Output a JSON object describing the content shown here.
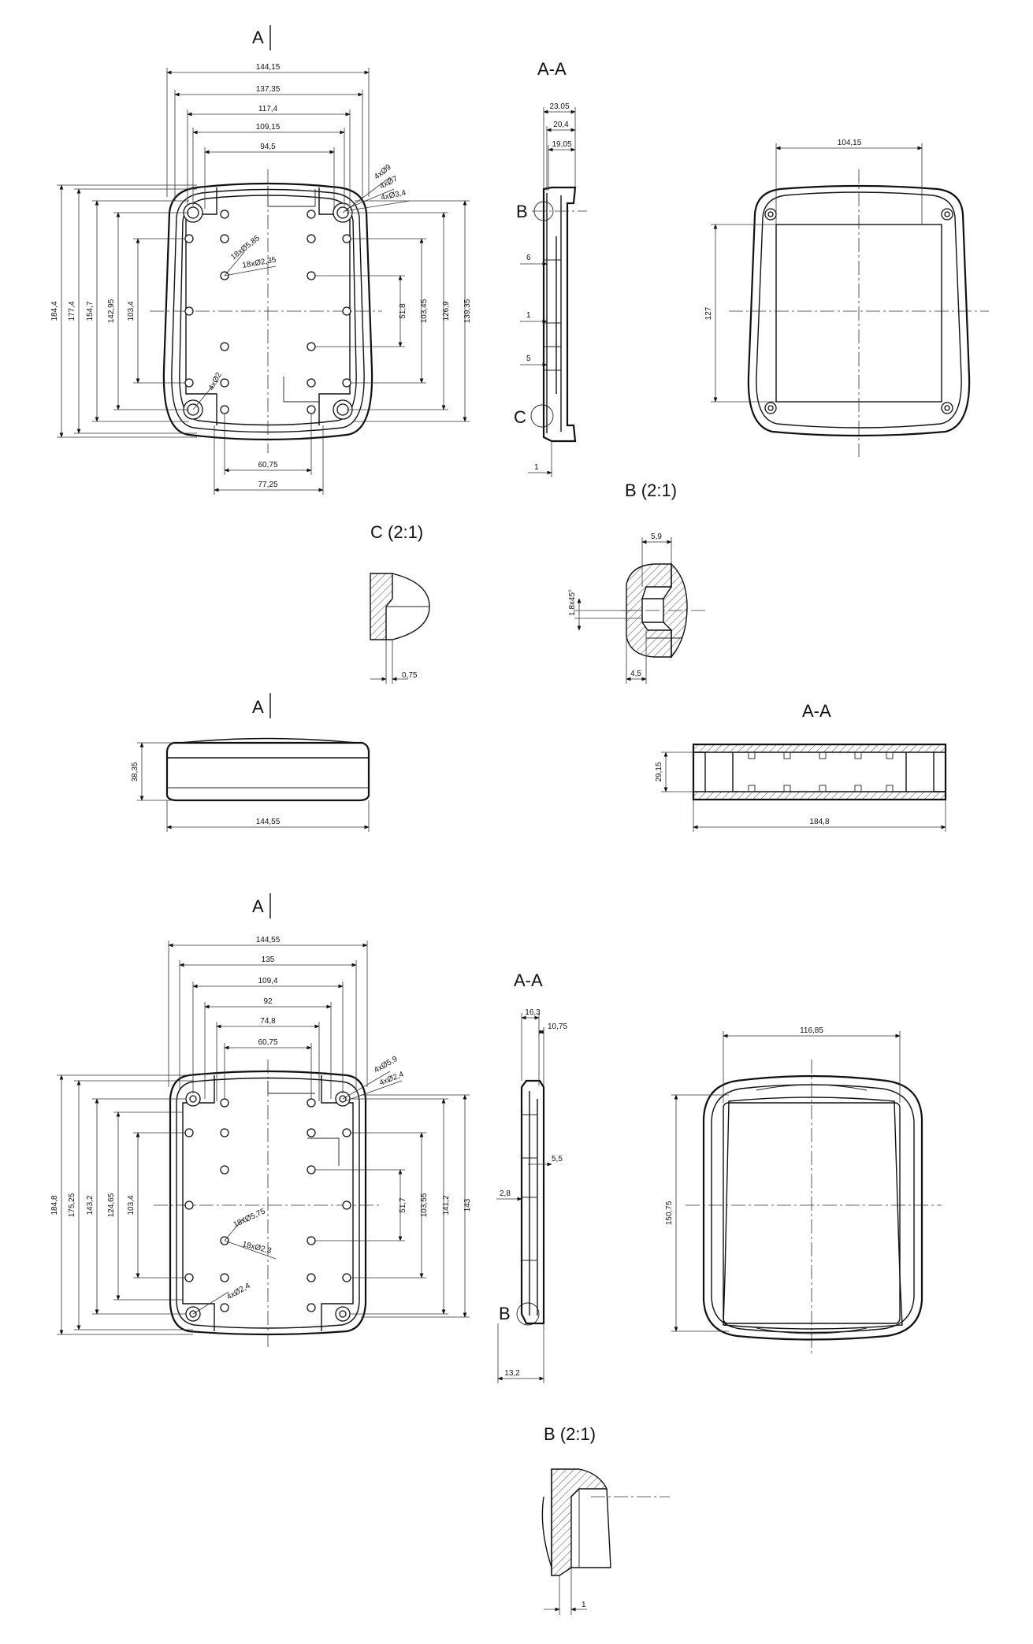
{
  "section_marks": {
    "A": "A",
    "AA": "A-A",
    "B_21": "B (2:1)",
    "C_21": "C (2:1)",
    "B": "B",
    "C": "C"
  },
  "view1": {
    "h": [
      "144,15",
      "137,35",
      "117,4",
      "109,15",
      "94,5",
      "60,75",
      "77,25"
    ],
    "v": [
      "184,4",
      "177,4",
      "154,7",
      "142,95",
      "103,4",
      "51,8",
      "103,45",
      "126,9",
      "139,35"
    ],
    "notes": [
      "4xØ9",
      "4xØ7",
      "4xØ3,4",
      "18xØ5,85",
      "18xØ2,35",
      "4xØ2"
    ]
  },
  "section1": {
    "dims": [
      "23,05",
      "20,4",
      "19,05",
      "6",
      "1",
      "5",
      "1"
    ]
  },
  "back1": {
    "w": "104,15",
    "h": "127"
  },
  "detailC": {
    "dim": "0,75"
  },
  "detailB1": {
    "dims": [
      "5,9",
      "1,8x45°",
      "4,5"
    ]
  },
  "side": {
    "height": "38,35",
    "width": "144,55",
    "sec_height": "29,15",
    "sec_width": "184,8"
  },
  "view2": {
    "h": [
      "144,55",
      "135",
      "109,4",
      "92",
      "74,8",
      "60,75"
    ],
    "v": [
      "184,8",
      "175,25",
      "143,2",
      "124,65",
      "103,4",
      "51,7",
      "103,55",
      "141,2",
      "143"
    ],
    "notes": [
      "4xØ5,9",
      "4xØ2,4",
      "18xØ5,75",
      "18xØ2,3",
      "4xØ2,4"
    ]
  },
  "section2": {
    "dims": [
      "16,3",
      "10,75",
      "5,5",
      "2,8",
      "13,2"
    ]
  },
  "back2": {
    "w": "116,85",
    "h": "150,75"
  },
  "detailB2": {
    "dim": "1"
  }
}
